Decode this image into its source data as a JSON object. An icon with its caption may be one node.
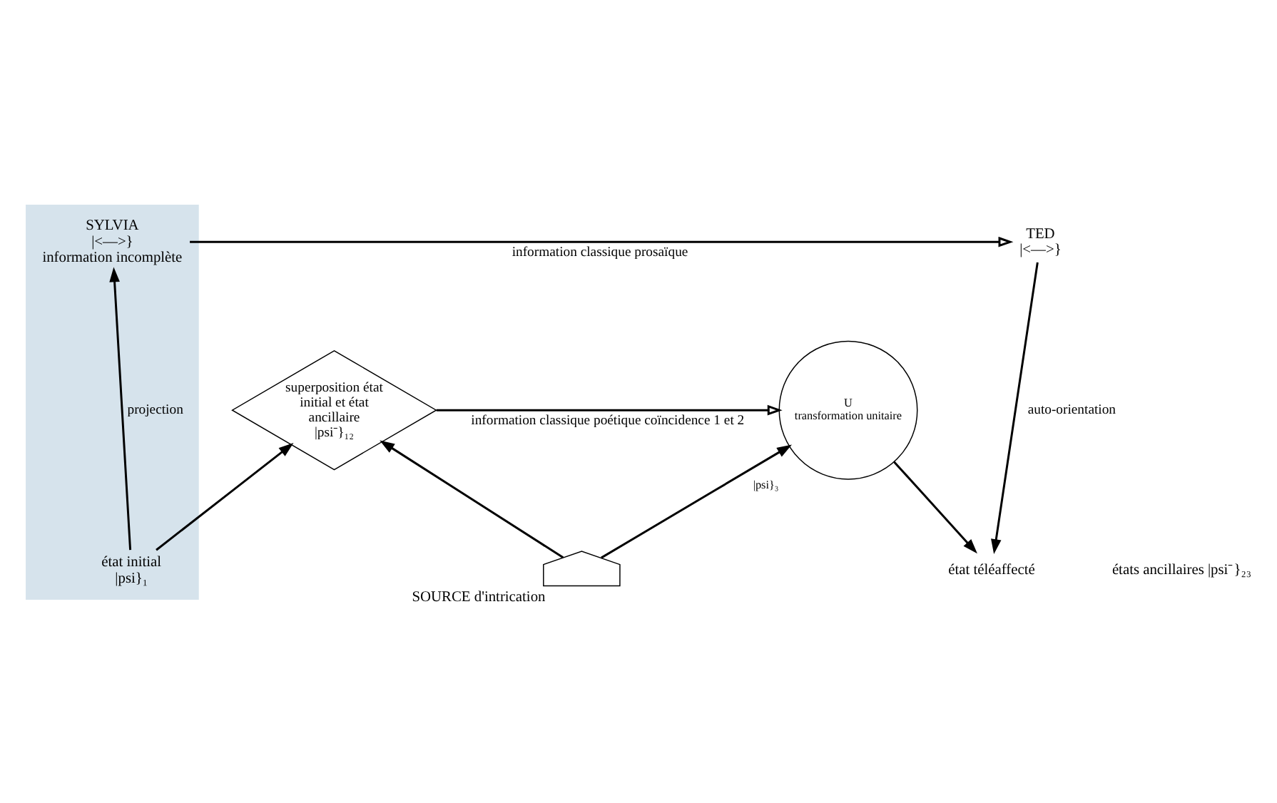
{
  "diagram": {
    "nodes": [
      {
        "text": [],
        "shape": "band"
      },
      {
        "text": [
          "SYLVIA",
          "|<—>}",
          "information incomplète"
        ],
        "in": 0
      },
      {
        "text": [
          "TED",
          "|<—>}"
        ]
      },
      {
        "text": [
          "superposition état initial et état ancillaire",
          "|psi⁻}₁₂"
        ]
      },
      {
        "text": [
          "U",
          "transformation unitaire"
        ],
        "beside": [
          "|psi}₃"
        ]
      },
      {
        "text": [
          "état initial",
          "|psi}₁"
        ],
        "in": 0
      },
      {
        "text": [
          "état téléaffecté"
        ]
      },
      {
        "text": [
          "SOURCE d'intrication"
        ]
      }
    ],
    "edges": [
      {
        "from": 1,
        "to": 2,
        "arrow": "to",
        "label": "information classique prosaïque"
      },
      {
        "from": 5,
        "to": 1,
        "arrow": "to",
        "label": "projection"
      },
      {
        "from": 2,
        "to": 6,
        "arrow": "to",
        "label": "auto-orientation"
      },
      {
        "from": 3,
        "to": 4,
        "arrow": "to",
        "label": "information classique poétique coïncidence 1 et 2"
      },
      {
        "from": 5,
        "to": 3,
        "arrow": "to"
      },
      {
        "from": 7,
        "to": 3,
        "arrow": "to"
      },
      {
        "from": 7,
        "to": 4,
        "arrow": "to"
      },
      {
        "from": 4,
        "to": 6,
        "arrow": "to"
      }
    ],
    "labels": [
      "états ancillaires |psi⁻}₂₃"
    ]
  }
}
